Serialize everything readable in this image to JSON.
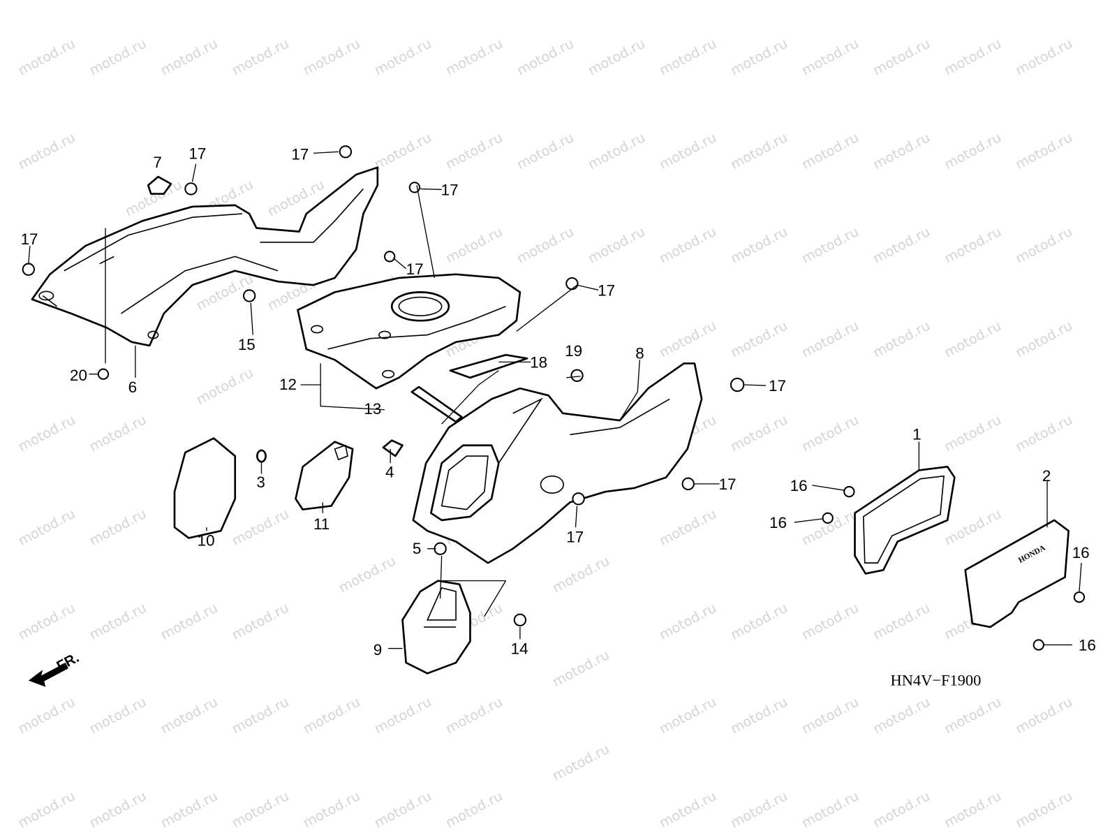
{
  "diagram": {
    "code": "HN4V−F1900",
    "watermark": "motod.ru",
    "direction_label": "FR.",
    "callouts": {
      "c1": "1",
      "c2": "2",
      "c3": "3",
      "c4": "4",
      "c5": "5",
      "c6": "6",
      "c7": "7",
      "c8": "8",
      "c9": "9",
      "c10": "10",
      "c11": "11",
      "c12": "12",
      "c13": "13",
      "c14": "14",
      "c15": "15",
      "c16": "16",
      "c17": "17",
      "c18": "18",
      "c19": "19",
      "c20": "20"
    },
    "logo_text": "HONDA"
  }
}
